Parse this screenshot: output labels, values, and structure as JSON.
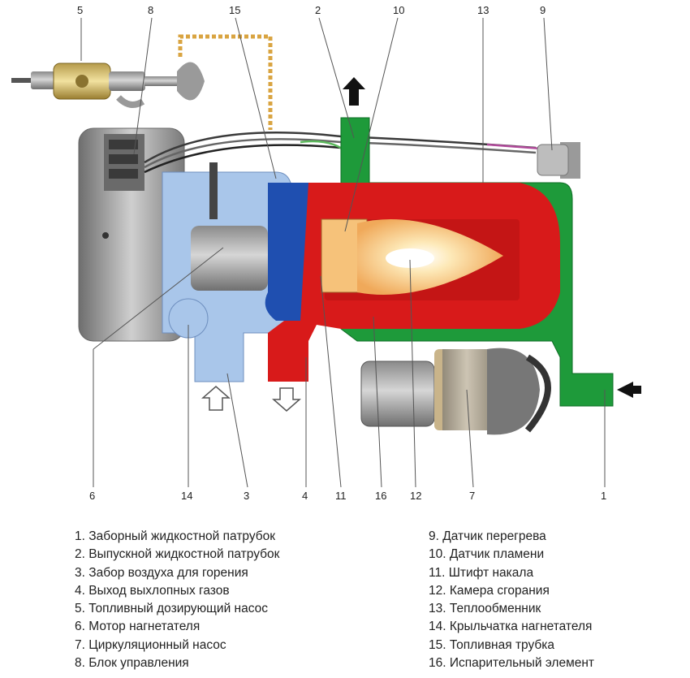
{
  "callouts": {
    "n1": "1",
    "n2": "2",
    "n3": "3",
    "n4": "4",
    "n5": "5",
    "n6": "6",
    "n7": "7",
    "n8": "8",
    "n9": "9",
    "n10": "10",
    "n11": "11",
    "n12": "12",
    "n13": "13",
    "n14": "14",
    "n15": "15",
    "n16": "16"
  },
  "legend": {
    "left": [
      "1. Заборный жидкостной патрубок",
      "2. Выпускной жидкостной патрубок",
      "3. Забор воздуха для горения",
      "4. Выход выхлопных газов",
      "5. Топливный дозирующий насос",
      "6. Мотор нагнетателя",
      "7. Циркуляционный насос",
      "8. Блок управления"
    ],
    "right": [
      "9. Датчик перегрева",
      "10. Датчик пламени",
      "11. Штифт накала",
      "12. Камера сгорания",
      "13. Теплообменник",
      "14. Крыльчатка нагнетателя",
      "15. Топливная трубка",
      "16. Испарительный элемент"
    ]
  },
  "colors": {
    "coolant": "#1e9a3a",
    "combustion": "#d81a1a",
    "flame": "#f6c27a",
    "air": "#a9c6ea",
    "air_dark": "#1f4fb0",
    "metal": "#9a9a9a",
    "fuel_line": "#d9a441"
  }
}
